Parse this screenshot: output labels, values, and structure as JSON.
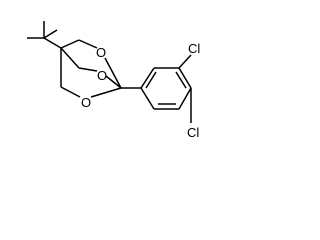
{
  "molecule": {
    "atoms": {
      "o_top": "O",
      "o_mid": "O",
      "o_bottom": "O",
      "cl_top": "Cl",
      "cl_bottom": "Cl"
    }
  }
}
